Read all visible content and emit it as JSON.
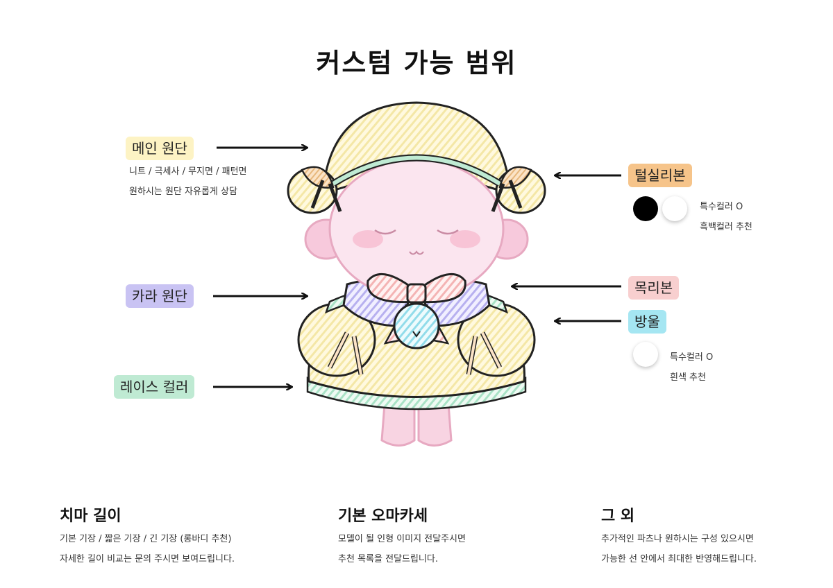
{
  "title": "커스텀 가능 범위",
  "colors": {
    "main_fabric": "#fdf3c4",
    "collar_fabric": "#c9c3f3",
    "lace_color": "#bfead3",
    "yarn_ribbon": "#f6c48a",
    "neck_ribbon": "#f8cfcf",
    "pompom": "#a5e6f2"
  },
  "labels": {
    "main_fabric": {
      "tag": "메인 원단",
      "lines": [
        "니트 / 극세사 / 무지면 / 패턴면",
        "원하시는 원단 자유롭게 상담"
      ]
    },
    "collar_fabric": {
      "tag": "카라 원단"
    },
    "lace_color": {
      "tag": "레이스 컬러"
    },
    "yarn_ribbon": {
      "tag": "털실리본",
      "lines": [
        "특수컬러 O",
        "흑백컬러 추천"
      ],
      "swatches": [
        "black-swatch",
        "white-swatch"
      ]
    },
    "neck_ribbon": {
      "tag": "목리본"
    },
    "pompom": {
      "tag": "방울",
      "lines": [
        "특수컬러 O",
        "흰색 추천"
      ],
      "swatches": [
        "white-swatch"
      ]
    }
  },
  "bottom": [
    {
      "title": "치마 길이",
      "lines": [
        "기본 기장 / 짧은 기장 / 긴 기장 (롱바디 추천)",
        "자세한 길이 비교는 문의 주시면 보여드립니다."
      ]
    },
    {
      "title": "기본 오마카세",
      "lines": [
        "모델이 될 인형 이미지 전달주시면",
        "추천 목록을 전달드립니다."
      ]
    },
    {
      "title": "그 외",
      "lines": [
        "추가적인 파츠나 원하시는 구성 있으시면",
        "가능한 선 안에서 최대한 반영해드립니다."
      ]
    }
  ]
}
